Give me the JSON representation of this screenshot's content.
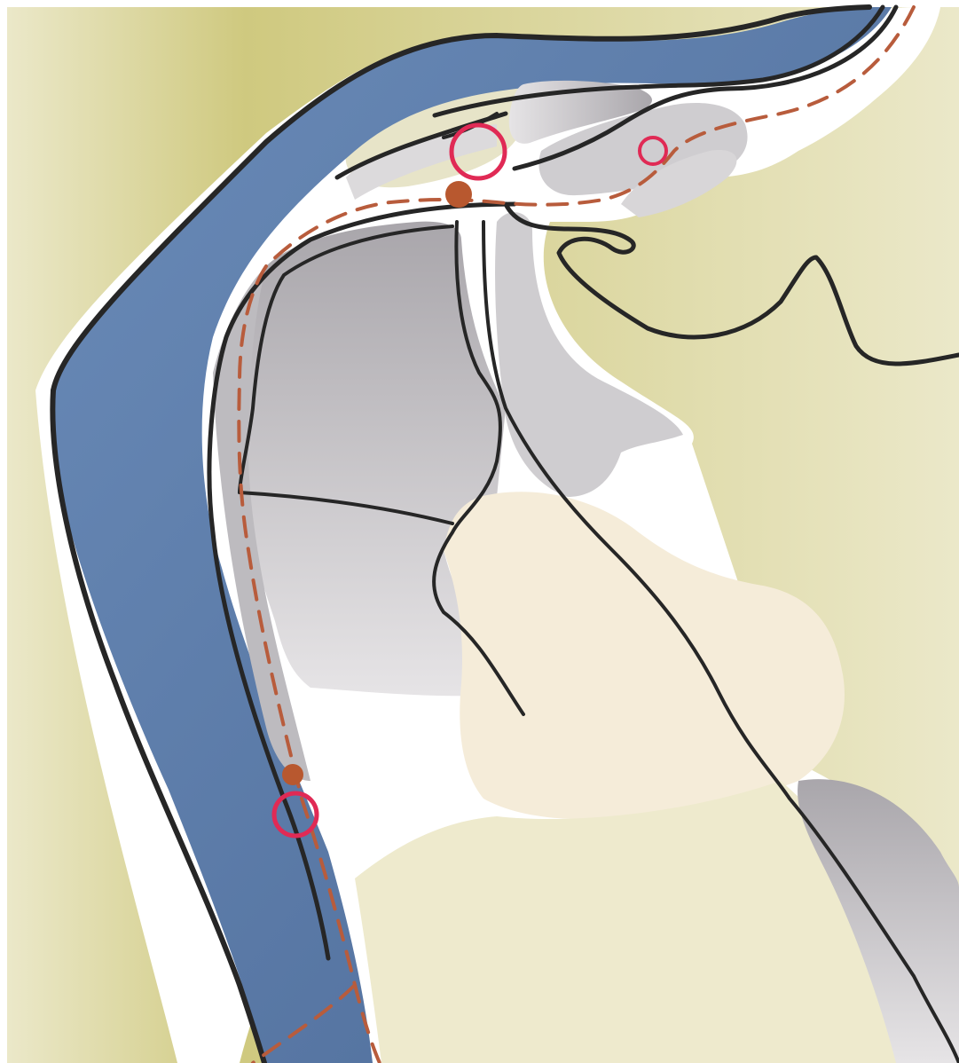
{
  "illustration": {
    "colors": {
      "background_yellow": "#cfc97f",
      "background_pale": "#ebe8c9",
      "skin_band": "#6a8bb8",
      "skin_band_dark": "#4d6b98",
      "muscle_light": "#e6e4e6",
      "muscle_dark": "#a9a6ab",
      "bone_cream": "#f3ead8",
      "outline": "#262626",
      "dashed_path": "#b85c3c",
      "marker_dot": "#b8582f",
      "marker_ring": "#e02a55",
      "fat_white": "#ffffff"
    },
    "markers": [
      {
        "kind": "ring",
        "name": "superior-ring-large"
      },
      {
        "kind": "ring",
        "name": "superior-ring-small"
      },
      {
        "kind": "ring",
        "name": "lateral-ring"
      },
      {
        "kind": "dot",
        "name": "superior-dot"
      },
      {
        "kind": "dot",
        "name": "lateral-dot"
      }
    ]
  }
}
